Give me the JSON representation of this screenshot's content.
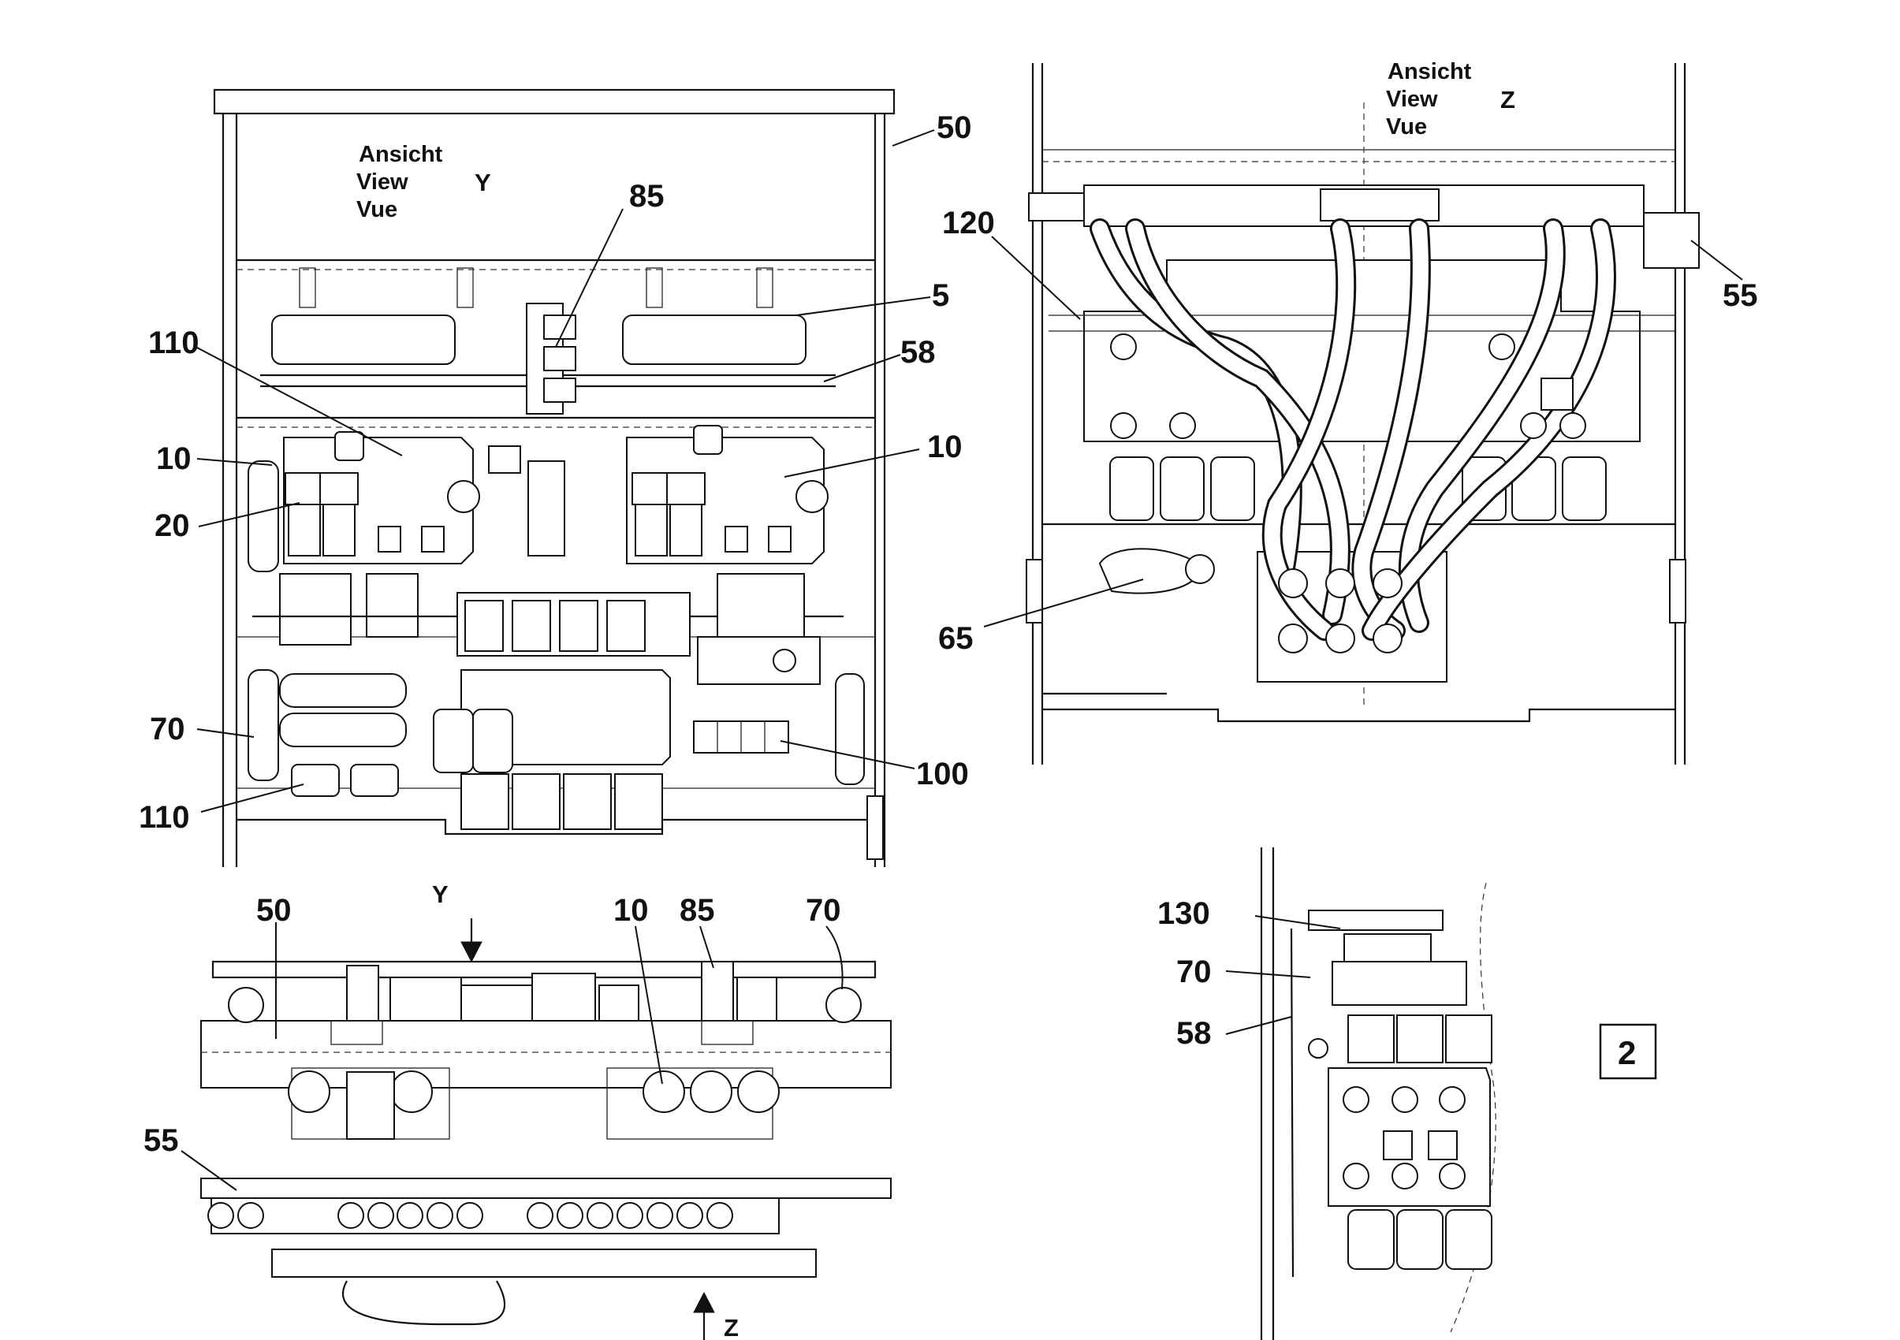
{
  "views": {
    "view_y": {
      "line1": "Ansicht",
      "line2": "View",
      "line3": "Vue",
      "letter": "Y"
    },
    "view_z": {
      "line1": "Ansicht",
      "line2": "View",
      "line3": "Vue",
      "letter": "Z"
    }
  },
  "sheet_number": "2",
  "arrows": {
    "y": "Y",
    "z": "Z"
  },
  "callouts": {
    "front": [
      "85",
      "5",
      "58",
      "110",
      "10",
      "20",
      "10",
      "70",
      "110",
      "100",
      "50"
    ],
    "rear": [
      "120",
      "55",
      "65"
    ],
    "top": [
      "50",
      "10",
      "85",
      "70",
      "55"
    ],
    "detail": [
      "130",
      "70",
      "58"
    ]
  }
}
